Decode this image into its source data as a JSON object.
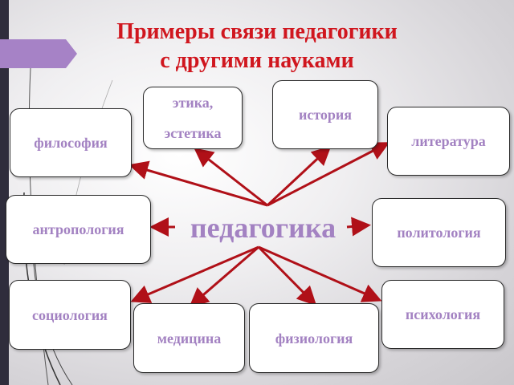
{
  "slide": {
    "title_line1": "Примеры связи педагогики",
    "title_line2": "с другими науками",
    "center": "педагогика",
    "nodes": {
      "ethics": {
        "line1": "этика,",
        "line2": "эстетика"
      },
      "history": "история",
      "philosophy": "философия",
      "literature": "литература",
      "anthropology": "антропология",
      "politology": "политология",
      "sociology": "социология",
      "psychology": "психология",
      "medicine": "медицина",
      "physiology": "физиология"
    }
  },
  "colors": {
    "title": "#d0161e",
    "node_text": "#a382c2",
    "arrow": "#b01018",
    "accent_tab": "#a682c6",
    "left_bar": "#2f2d3c"
  }
}
